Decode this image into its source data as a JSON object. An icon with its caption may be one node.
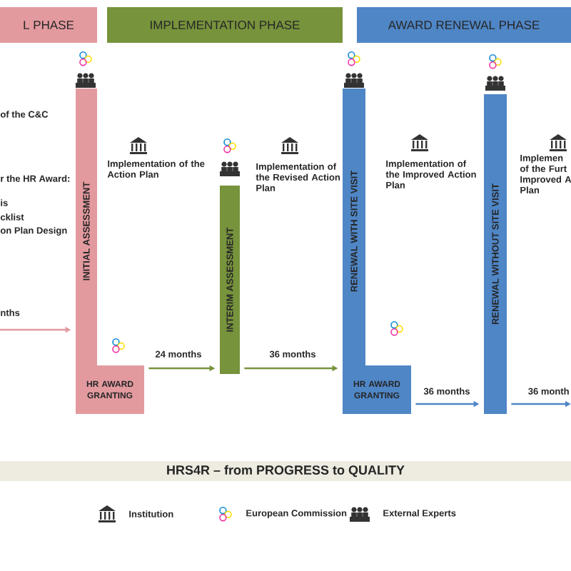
{
  "diagram": {
    "title": "HRS4R – from PROGRESS to QUALITY",
    "nodes": [
      {
        "text": [
          "L PHASE"
        ]
      },
      {
        "text": [
          "IMPLEMENTATION PHASE"
        ]
      },
      {
        "text": [
          "AWARD RENEWAL PHASE"
        ]
      },
      {
        "text": [
          "INITIAL ASSESSMENT"
        ]
      },
      {
        "text": [
          "HR AWARD GRANTING"
        ]
      },
      {
        "text": [
          "INTERIM ASSESSMENT"
        ]
      },
      {
        "text": [
          "RENEWAL WITH SITE VISIT"
        ]
      },
      {
        "text": [
          "HR AWARD GRANTING"
        ]
      },
      {
        "text": [
          "RENEWAL WITHOUT SITE VISIT"
        ]
      }
    ],
    "edges": [
      {
        "from": null,
        "to": 3,
        "arrow": "to",
        "label": "nths",
        "color": "#e39a9f"
      },
      {
        "from": 4,
        "to": 5,
        "arrow": "to",
        "label": "24 months",
        "color": "#77933c"
      },
      {
        "from": 5,
        "to": 6,
        "arrow": "to",
        "label": "36 months",
        "color": "#77933c"
      },
      {
        "from": 7,
        "to": 8,
        "arrow": "to",
        "label": "36 months",
        "color": "#4f86c6"
      },
      {
        "from": 8,
        "to": null,
        "arrow": "to",
        "label": "36 month",
        "color": "#4f86c6"
      }
    ],
    "labels": [
      "of the C&C",
      "r the HR Award:",
      "is",
      "cklist",
      "on Plan Design",
      "Implementation of the Action Plan",
      "Implementation of the Revised Action Plan",
      "Implementation of the Improved Action Plan",
      "Implemen of the Furt Improved A Plan"
    ],
    "legend": [
      {
        "text": "Institution"
      },
      {
        "text": "European Commission"
      },
      {
        "text": "External Experts"
      }
    ]
  }
}
